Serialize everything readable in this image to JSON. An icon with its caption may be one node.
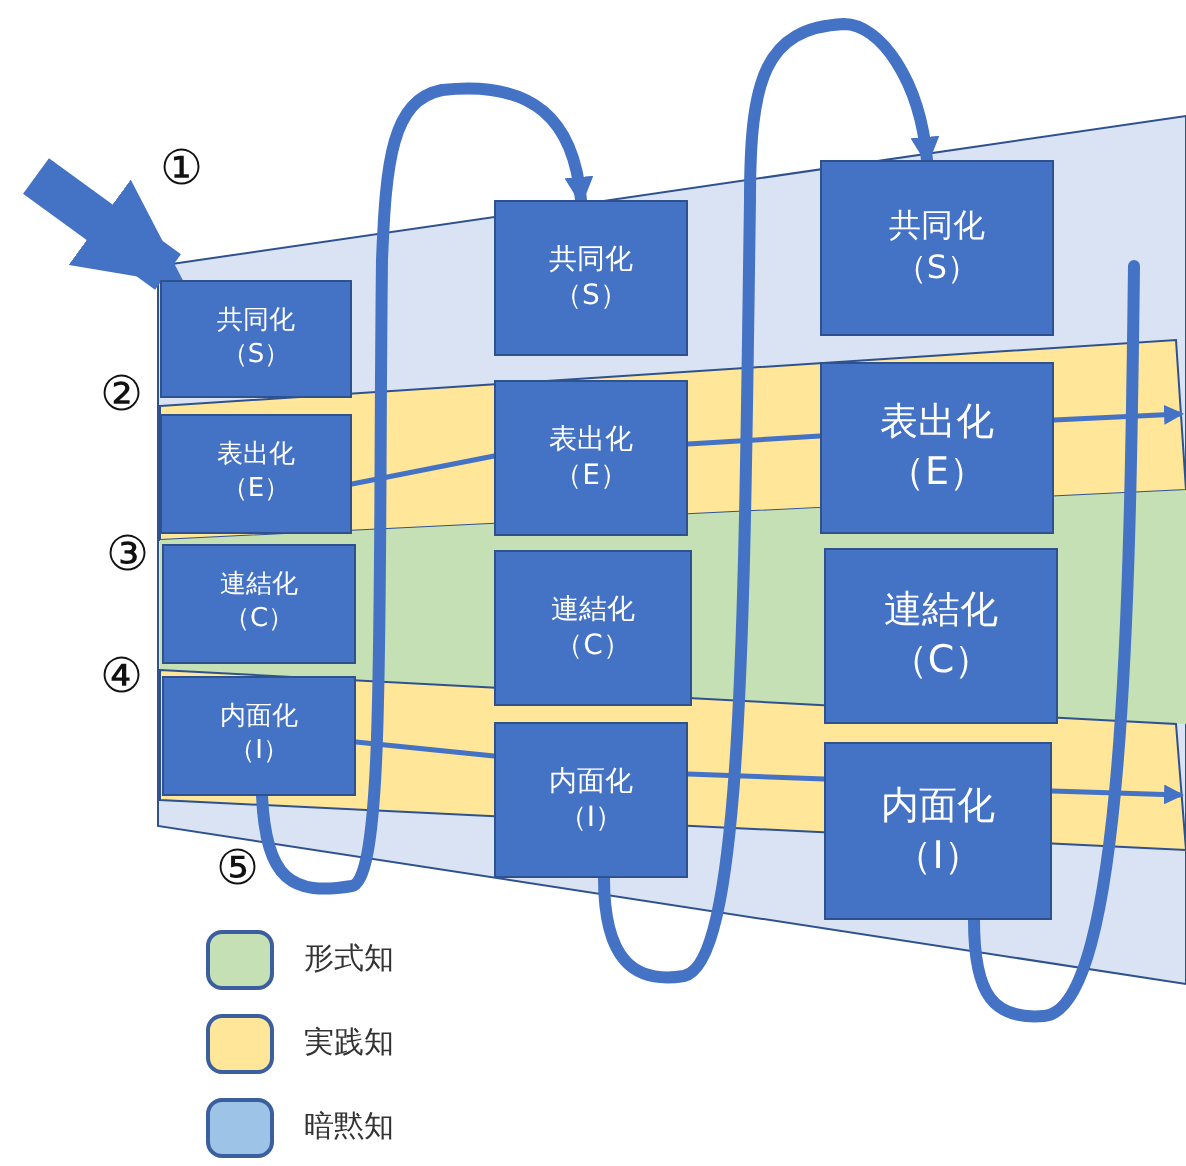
{
  "diagram": {
    "nodes": [
      {
        "text": [
          "共同化",
          "（S）"
        ]
      },
      {
        "text": [
          "表出化",
          "（E）"
        ]
      },
      {
        "text": [
          "連結化",
          "（C）"
        ]
      },
      {
        "text": [
          "内面化",
          "（I）"
        ]
      },
      {
        "text": [
          "共同化",
          "（S）"
        ]
      },
      {
        "text": [
          "表出化",
          "（E）"
        ]
      },
      {
        "text": [
          "連結化",
          "（C）"
        ]
      },
      {
        "text": [
          "内面化",
          "（I）"
        ]
      },
      {
        "text": [
          "共同化",
          "（S）"
        ]
      },
      {
        "text": [
          "表出化",
          "（E）"
        ]
      },
      {
        "text": [
          "連結化",
          "（C）"
        ]
      },
      {
        "text": [
          "内面化",
          "（I）"
        ]
      }
    ],
    "edges": [
      {
        "from": null,
        "to": 0,
        "arrow": "to",
        "style": "thick"
      },
      {
        "from": 3,
        "to": 4,
        "arrow": "to",
        "style": "thick"
      },
      {
        "from": 7,
        "to": 8,
        "arrow": "to",
        "style": "thick"
      },
      {
        "from": 11,
        "to": null,
        "arrow": "none",
        "style": "thick"
      },
      {
        "from": 1,
        "to": 5,
        "arrow": "none"
      },
      {
        "from": 5,
        "to": 9,
        "arrow": "none"
      },
      {
        "from": 9,
        "to": null,
        "arrow": "to"
      },
      {
        "from": 3,
        "to": 7,
        "arrow": "none"
      },
      {
        "from": 7,
        "to": 11,
        "arrow": "none"
      },
      {
        "from": 11,
        "to": null,
        "arrow": "to"
      }
    ],
    "labels": [
      "①",
      "②",
      "③",
      "④",
      "⑤"
    ],
    "legend": [
      {
        "text": "形式知",
        "color": "#c5e0b4"
      },
      {
        "text": "実践知",
        "color": "#ffe699"
      },
      {
        "text": "暗黙知",
        "color": "#9dc3e6"
      }
    ]
  }
}
